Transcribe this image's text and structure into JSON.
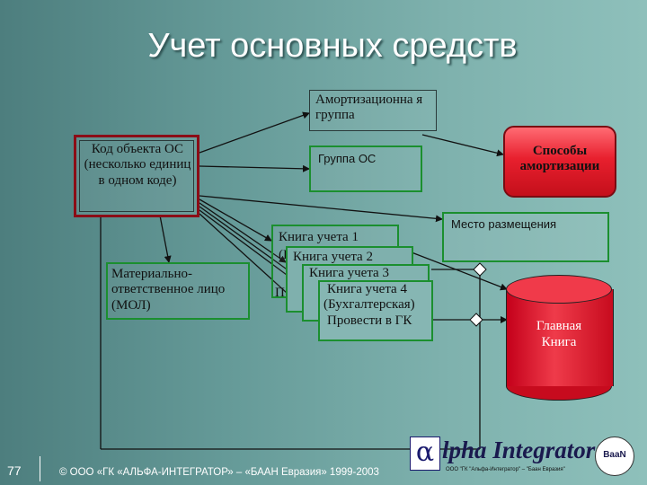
{
  "slide": {
    "title": "Учет основных средств",
    "number": "77",
    "footer": "© ООО «ГК «АЛЬФА-ИНТЕГРАТОР» – «БААН Евразия» 1999-2003"
  },
  "nodes": {
    "object_code": "Код объекта ОС (несколько единиц в одном коде)",
    "amort_group": "Амортизационна я группа",
    "os_group": "Группа ОС",
    "methods": "Способы амортизации",
    "placement": "Место размещения",
    "mol": "Материально-ответственное лицо (МОЛ)",
    "book1": "Книга учета 1",
    "book1_tail": "(Н",
    "book2": "Книга учета 2",
    "book3": "Книга учета 3",
    "book3_tail": "П",
    "book4": "Книга учета 4",
    "book4_line2": "(Бухгалтерская)",
    "book4_line3": "Провести в ГК",
    "general_ledger": "Главная Книга"
  },
  "logo": {
    "alpha": "α",
    "name": "lpha Integrator",
    "tagline": "ООО \"ГК \"Альфа-Интегратор\" – \"Баан Евразия\"",
    "badge": "BaaN"
  },
  "colors": {
    "background": "#659a98",
    "green_border": "#1b8f2f",
    "dark_red_border": "#8b0d17",
    "methods_fill": "#e8202e",
    "ledger_fill": "#d51224"
  }
}
